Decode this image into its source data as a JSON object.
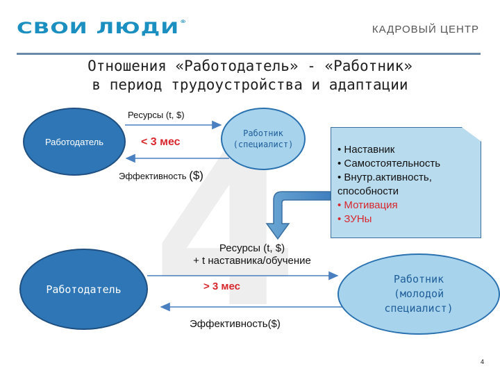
{
  "header": {
    "logo_text": "СВОИ ЛЮДИ",
    "logo_mark": "®",
    "brand_right": "КАДРОВЫЙ ЦЕНТР"
  },
  "title": {
    "line1": "Отношения «Работодатель» - «Работник»",
    "line2": "в период трудоустройства и адаптации"
  },
  "watermark": "4",
  "top_diagram": {
    "employer": "Работодатель",
    "employee": "Работник (специалист)",
    "resources_label": "Ресурсы (t, $)",
    "period_label": "< 3 мес",
    "efficiency_label": "Эффективность",
    "efficiency_unit": "($)"
  },
  "note_box": {
    "items": [
      {
        "text": "• Наставник",
        "highlight": false
      },
      {
        "text": "• Самостоятельность",
        "highlight": false
      },
      {
        "text": "• Внутр.активность, способности",
        "highlight": false
      },
      {
        "text": "• Мотивация",
        "highlight": true
      },
      {
        "text": "• ЗУНы",
        "highlight": true
      }
    ]
  },
  "bottom_diagram": {
    "employer": "Работодатель",
    "employee": "Работник (молодой специалист)",
    "resources_line1": "Ресурсы (t, $)",
    "resources_line2": "+ t наставника/обучение",
    "period_label": "> 3 мес",
    "efficiency_label": "Эффективность($)"
  },
  "page_number": "4",
  "colors": {
    "brand_blue": "#1b8fc0",
    "oval_dark": "#2e76b6",
    "oval_light": "#a8d3ec",
    "accent_red": "#d7262c",
    "arrow_blue": "#4a7fc0"
  }
}
